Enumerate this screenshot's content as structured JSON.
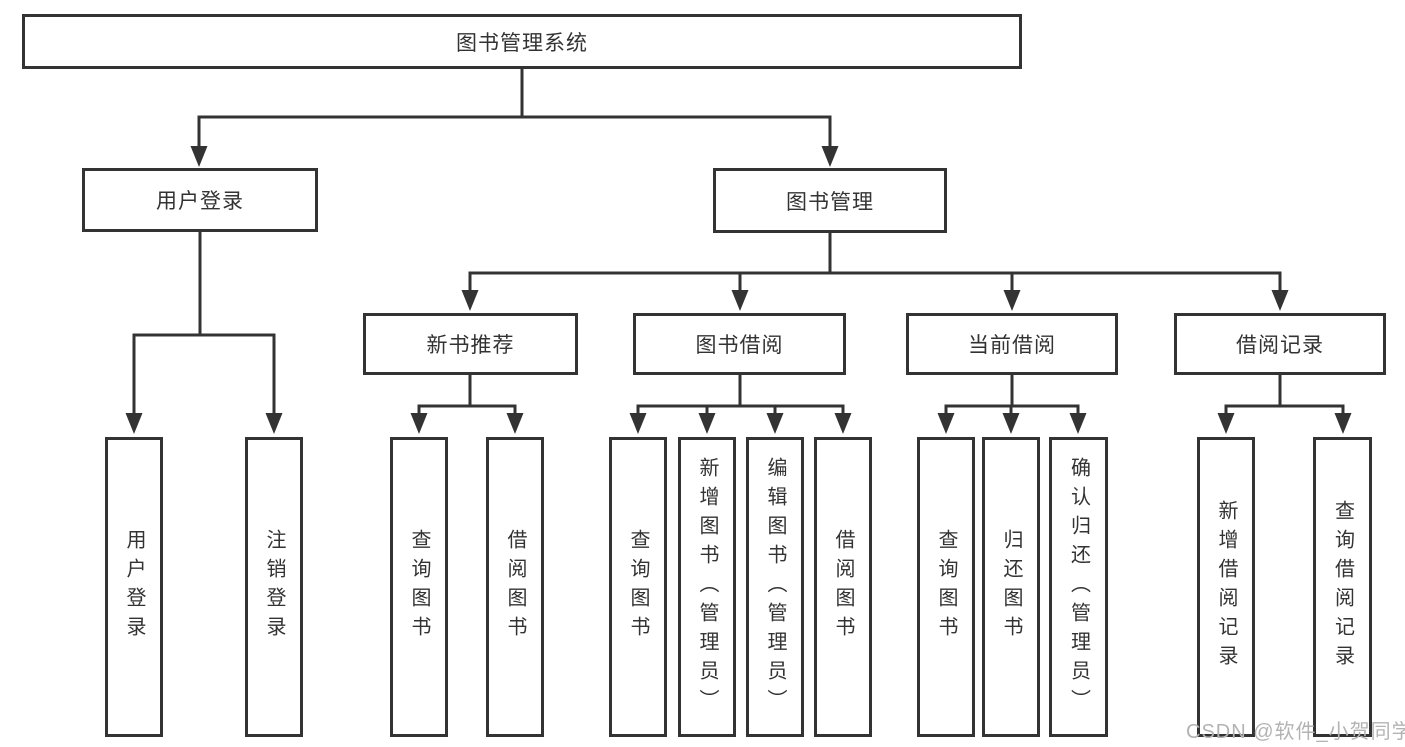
{
  "tree": {
    "label": "图书管理系统",
    "children": [
      {
        "label": "用户登录",
        "children": [
          {
            "label": "用户登录"
          },
          {
            "label": "注销登录"
          }
        ]
      },
      {
        "label": "图书管理",
        "children": [
          {
            "label": "新书推荐",
            "children": [
              {
                "label": "查询图书"
              },
              {
                "label": "借阅图书"
              }
            ]
          },
          {
            "label": "图书借阅",
            "children": [
              {
                "label": "查询图书"
              },
              {
                "label": "新增图书（管理员）"
              },
              {
                "label": "编辑图书（管理员）"
              },
              {
                "label": "借阅图书"
              }
            ]
          },
          {
            "label": "当前借阅",
            "children": [
              {
                "label": "查询图书"
              },
              {
                "label": "归还图书"
              },
              {
                "label": "确认归还（管理员）"
              }
            ]
          },
          {
            "label": "借阅记录",
            "children": [
              {
                "label": "新增借阅记录"
              },
              {
                "label": "查询借阅记录"
              }
            ]
          }
        ]
      }
    ]
  },
  "watermark": "CSDN @软件_小贺同学",
  "colors": {
    "line": "#333333",
    "text": "#333333",
    "box_background": "#ffffff",
    "watermark": "#b3b3b3",
    "page_background": "#ffffff"
  }
}
